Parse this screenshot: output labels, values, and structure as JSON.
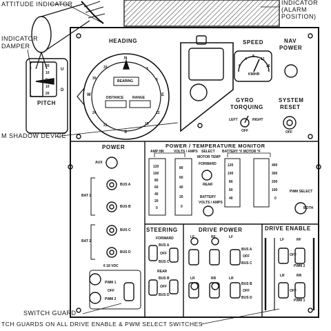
{
  "callouts": {
    "attitude_indicator": "ATTITUDE INDICATOR",
    "indicator_alarm_line1": "INDICATOR",
    "indicator_alarm_line2": "(ALARM",
    "indicator_alarm_line3": "POSITION)",
    "indicator_damper_line1": "INDICATOR",
    "indicator_damper_line2": "DAMPER",
    "shadow_device": "M SHADOW DEVICE",
    "switch_guard": "SWITCH GUARD",
    "switch_guards_note": "TCH GUARDS ON ALL DRIVE ENABLE & PWM SELECT SWITCHES"
  },
  "pitch": {
    "title": "PITCH",
    "u": "U",
    "d": "D",
    "scale": [
      "20",
      "10",
      "0",
      "10",
      "20"
    ]
  },
  "heading": {
    "title": "HEADING",
    "bearing": "BEARING",
    "distance": "DISTANCE",
    "range": "RANGE",
    "n": "N",
    "s": "S",
    "w": "W",
    "e": "E",
    "ticks": [
      "3",
      "6",
      "12",
      "15",
      "21",
      "24",
      "30",
      "33"
    ]
  },
  "speed": {
    "title": "SPEED",
    "unit": "KM/HR",
    "scale": [
      "0",
      "4",
      "8",
      "12",
      "16"
    ]
  },
  "nav_power": {
    "line1": "NAV",
    "line2": "POWER"
  },
  "gyro": {
    "line1": "GYRO",
    "line2": "TORQUING",
    "left": "LEFT",
    "right": "RIGHT",
    "off": "OFF"
  },
  "system_reset": {
    "line1": "SYSTEM",
    "line2": "RESET",
    "off": "OFF"
  },
  "power": {
    "title": "POWER",
    "aux": "AUX",
    "bat1": "BAT 1",
    "bat2": "BAT 2",
    "bus_a": "BUS A",
    "bus_b": "BUS B",
    "bus_c": "BUS C",
    "bus_d": "BUS D",
    "vdc": "6 18 VDC",
    "pwm_1": "PWM 1",
    "off": "OFF",
    "pwm_2": "PWM 2"
  },
  "monitor": {
    "title": "POWER / TEMPERATURE MONITOR",
    "amp_hr": "AMP HR",
    "volts_amps": "VOLTS / AMPS",
    "select": "SELECT",
    "motor_temp": "MOTOR TEMP",
    "forward": "FORWARD",
    "rear": "REAR",
    "battery": "BATTERY",
    "volts_amps_2": "VOLTS / AMPS",
    "battery_motor": "BATTERY °F   MOTOR °F",
    "pwm_select": "PWM SELECT",
    "both": "BOTH",
    "ah_scale": [
      "120",
      "100",
      "80",
      "60",
      "40",
      "20",
      "0"
    ],
    "va_scale": [
      "80",
      "60",
      "40",
      "20",
      "0"
    ],
    "bt_scale": [
      "120",
      "100",
      "80",
      "60",
      "40"
    ],
    "mt_scale": [
      "400",
      "300",
      "200",
      "100",
      "0"
    ]
  },
  "steering": {
    "title": "STEERING",
    "forward": "FORWARD",
    "rear": "REAR",
    "bus_a": "BUS A",
    "bus_b": "BUS B",
    "bus_c": "BUS C",
    "bus_d": "BUS D",
    "off": "OFF"
  },
  "drive_power": {
    "title": "DRIVE POWER",
    "lf": "LF",
    "rf": "RF",
    "lr": "LR",
    "rr": "RR",
    "bus_a": "BUS A",
    "bus_b": "BUS B",
    "bus_c": "BUS C",
    "bus_d": "BUS D",
    "off": "OFF"
  },
  "drive_enable": {
    "title": "DRIVE ENABLE",
    "lf": "LF",
    "rf": "RF",
    "lr": "LR",
    "rr": "RR",
    "pwm_1": "PWM 1",
    "pwm_2": "PWM 2",
    "off": "OFF"
  }
}
